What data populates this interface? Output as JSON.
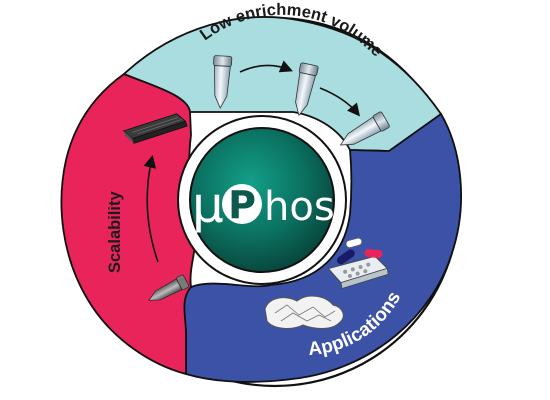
{
  "diagram": {
    "logo": {
      "prefix": "μ",
      "letter": "P",
      "suffix": "hos"
    },
    "segments": [
      {
        "label": "Low enrichment volume",
        "color": "#a9dde0"
      },
      {
        "label": "Applications",
        "color": "#3c52a6"
      },
      {
        "label": "Scalability",
        "color": "#e8245a"
      }
    ],
    "colors": {
      "outline": "#111111",
      "logo_center": "#0d8a76",
      "logo_edge": "#0a4a3e",
      "ring_gap": "#ffffff"
    },
    "icons": [
      "microtube-icon",
      "microtube-icon",
      "microtube-icon",
      "well-plate-icon",
      "tube-icon",
      "tissue-icon",
      "pill-plate-icon"
    ]
  }
}
